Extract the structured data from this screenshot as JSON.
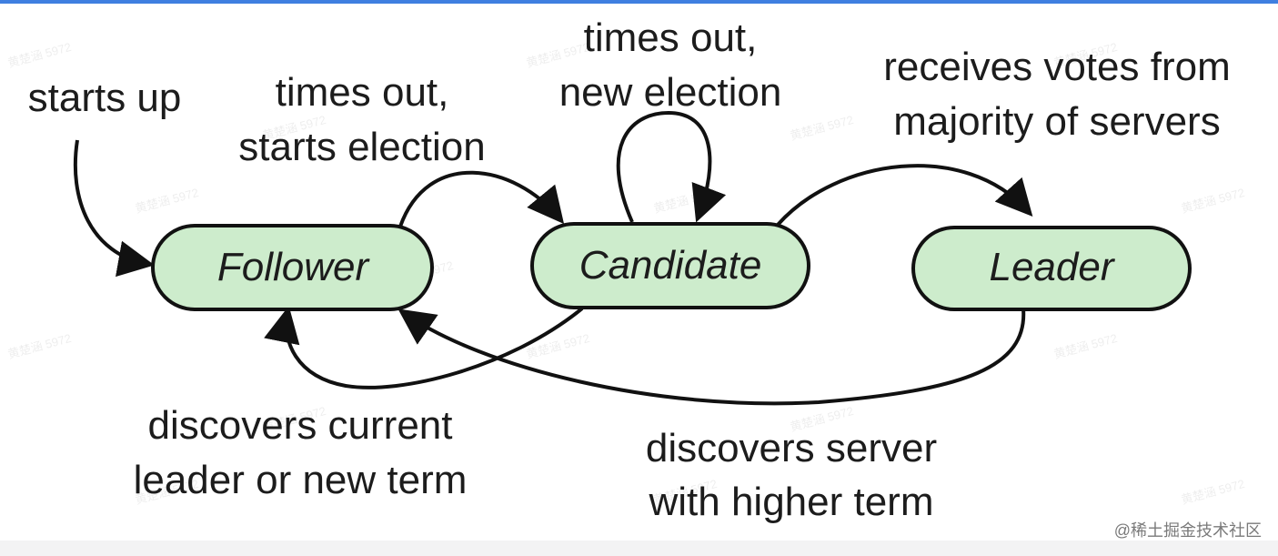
{
  "states": {
    "follower": "Follower",
    "candidate": "Candidate",
    "leader": "Leader"
  },
  "labels": {
    "starts_up": "starts up",
    "times_out_starts_election": [
      "times out,",
      "starts election"
    ],
    "times_out_new_election": [
      "times out,",
      "new election"
    ],
    "receives_votes": [
      "receives votes from",
      "majority of servers"
    ],
    "discovers_current_leader": [
      "discovers current",
      "leader or new term"
    ],
    "discovers_server_higher_term": [
      "discovers server",
      "with higher term"
    ]
  },
  "watermark": "黄楚涵 5972",
  "credit": "@稀土掘金技术社区",
  "colors": {
    "state_fill": "#cdeccc",
    "stroke": "#111111",
    "top_bar": "#3f7fe0"
  }
}
